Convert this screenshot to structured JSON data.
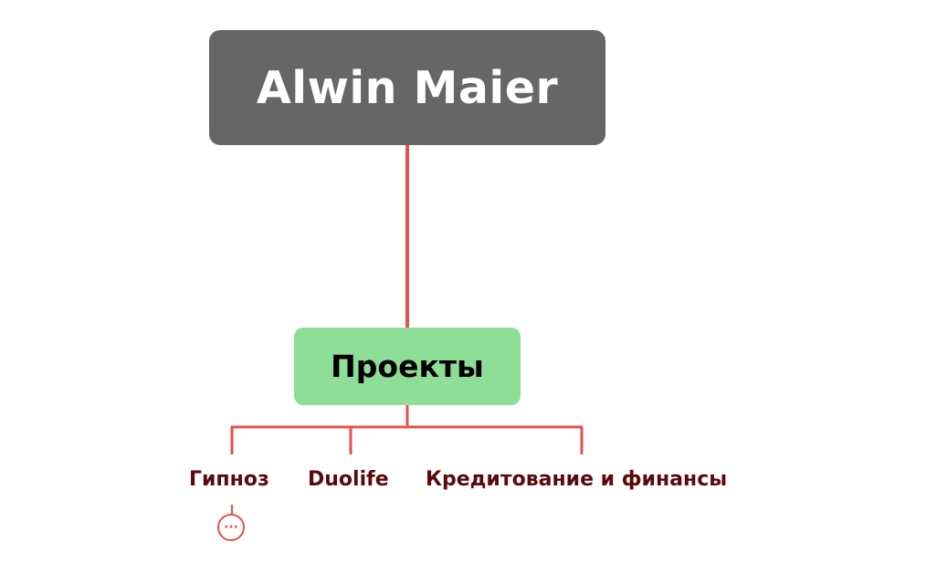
{
  "mindmap": {
    "root": {
      "label": "Alwin Maier"
    },
    "branch": {
      "label": "Проекты"
    },
    "leaves": [
      {
        "label": "Гипноз",
        "collapsed_children": true
      },
      {
        "label": "Duolife"
      },
      {
        "label": "Кредитование и финансы"
      }
    ],
    "collapse_indicator": {
      "symbol": "···"
    }
  },
  "colors": {
    "root_bg": "#666666",
    "root_text": "#ffffff",
    "branch_bg": "#8fde98",
    "branch_text": "#000000",
    "connector": "#e8504a",
    "leaf_text": "#5a0a0a"
  }
}
